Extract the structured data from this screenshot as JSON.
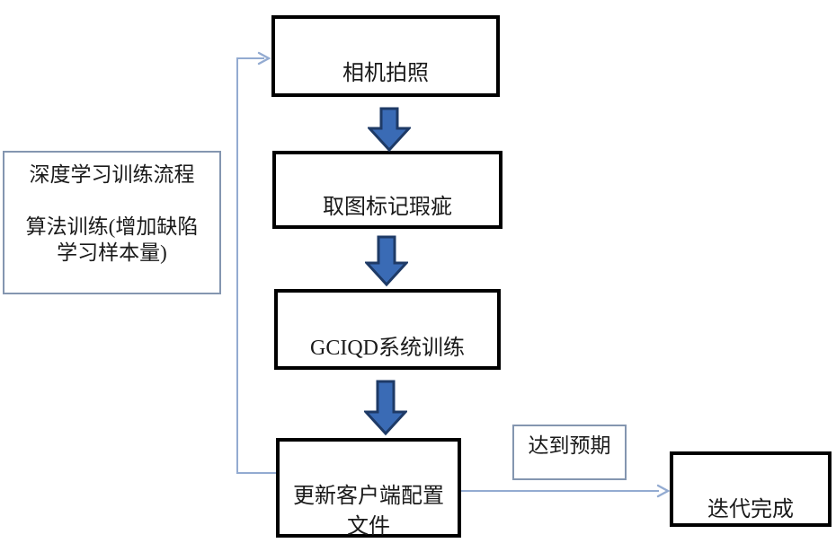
{
  "diagram": {
    "legend": {
      "line1": "深度学习训练流程",
      "line2": "算法训练(增加缺陷",
      "line3": "学习样本量)"
    },
    "steps": [
      {
        "id": "camera-capture",
        "label": "相机拍照"
      },
      {
        "id": "mark-defects",
        "label": "取图标记瑕疵"
      },
      {
        "id": "gciqd-training",
        "label": "GCIQD系统训练"
      },
      {
        "id": "update-client-config",
        "label": "更新客户端配置\n文件"
      },
      {
        "id": "iteration-complete",
        "label": "迭代完成"
      }
    ],
    "condition_label": "达到预期",
    "colors": {
      "block_arrow_fill": "#3a6bb5",
      "block_arrow_stroke": "#1e3a66",
      "connector": "#93abd1",
      "step_box_border": "#000000",
      "note_box_border": "#8496b0",
      "background": "#ffffff"
    }
  }
}
